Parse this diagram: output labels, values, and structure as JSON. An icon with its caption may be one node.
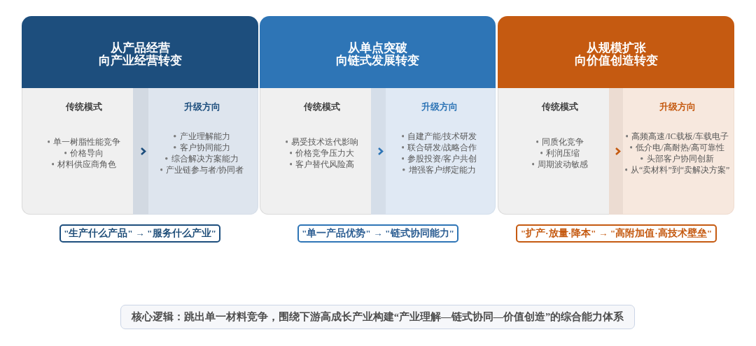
{
  "diagram": {
    "nodes": [
      {
        "text": [
          "从产品经营向产业经营转变"
        ]
      },
      {
        "text": [
          "传统模式",
          "单一树脂性能竞争",
          "价格导向",
          "材料供应商角色"
        ]
      },
      {
        "text": [
          "升级方向",
          "产业理解能力",
          "客户协同能力",
          "综合解决方案能力",
          "产业链参与者/协同者"
        ]
      },
      {
        "text": [
          "\"生产什么产品\" → \"服务什么产业\""
        ]
      },
      {
        "text": [
          "从单点突破向链式发展转变"
        ]
      },
      {
        "text": [
          "传统模式",
          "易受技术迭代影响",
          "价格竞争压力大",
          "客户替代风险高"
        ]
      },
      {
        "text": [
          "升级方向",
          "自建产能/技术研发",
          "联合研发/战略合作",
          "参股投资/客户共创",
          "增强客户绑定能力"
        ]
      },
      {
        "text": [
          "\"单一产品优势\" → \"链式协同能力\""
        ]
      },
      {
        "text": [
          "从规模扩张向价值创造转变"
        ]
      },
      {
        "text": [
          "传统模式",
          "同质化竞争",
          "利润压缩",
          "周期波动敏感"
        ]
      },
      {
        "text": [
          "升级方向",
          "高频高速/IC载板/车载电子",
          "低介电/高耐热/高可靠性",
          "头部客户协同创新",
          "从“卖材料”到“卖解决方案”"
        ]
      },
      {
        "text": [
          "\"扩产·放量·降本\" → \"高附加值·高技术壁垒\""
        ]
      },
      {
        "text": [
          "核心逻辑：跳出单一材料竞争，围绕下游高成长产业构建“产业理解—链式协同—价值创造”的综合能力体系"
        ]
      }
    ],
    "edges": [
      {
        "from": 1,
        "to": 2,
        "arrow": "to"
      },
      {
        "from": 5,
        "to": 6,
        "arrow": "to"
      },
      {
        "from": 9,
        "to": 10,
        "arrow": "to"
      }
    ]
  }
}
